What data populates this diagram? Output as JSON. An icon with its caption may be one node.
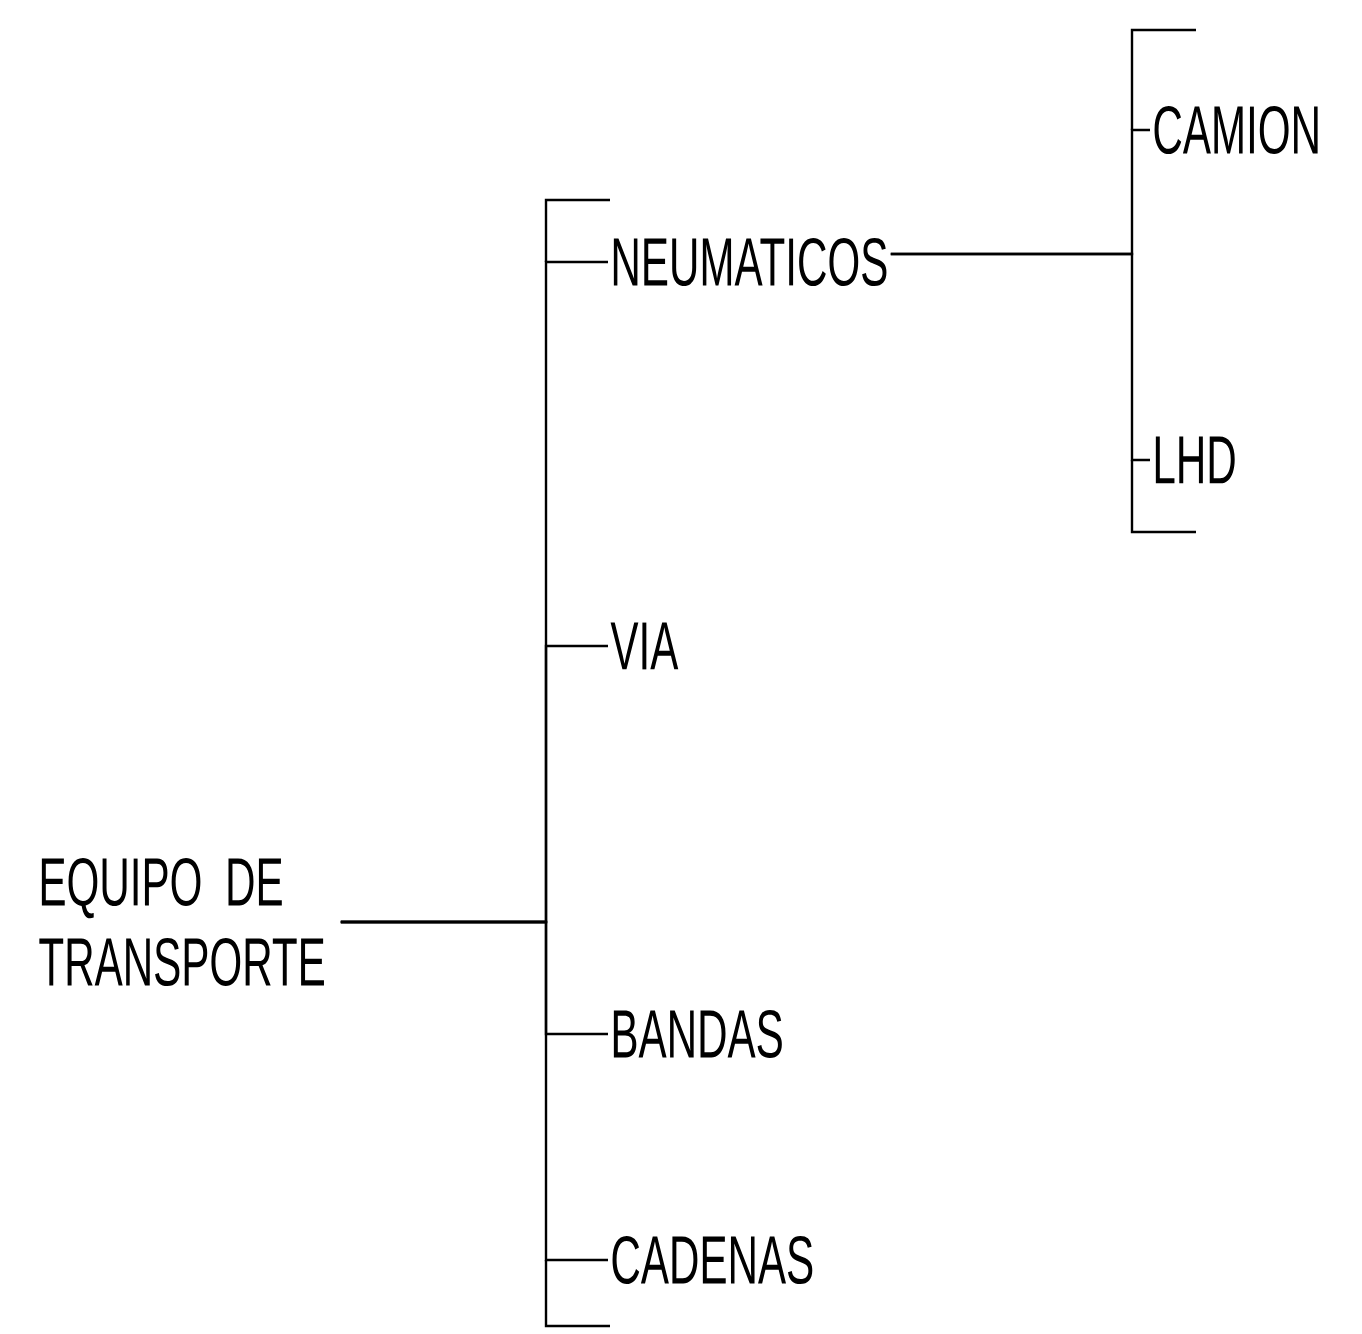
{
  "diagram": {
    "nodes": [
      {
        "text": [
          "EQUIPO DE TRANSPORTE"
        ]
      },
      {
        "text": [
          "NEUMATICOS"
        ]
      },
      {
        "text": [
          "VIA"
        ]
      },
      {
        "text": [
          "BANDAS"
        ]
      },
      {
        "text": [
          "CADENAS"
        ]
      },
      {
        "text": [
          "CAMION"
        ]
      },
      {
        "text": [
          "LHD"
        ]
      }
    ],
    "edges": [
      {
        "from": 0,
        "to": 1,
        "arrow": "none"
      },
      {
        "from": 0,
        "to": 2,
        "arrow": "none"
      },
      {
        "from": 0,
        "to": 3,
        "arrow": "none"
      },
      {
        "from": 0,
        "to": 4,
        "arrow": "none"
      },
      {
        "from": 1,
        "to": 5,
        "arrow": "none"
      },
      {
        "from": 1,
        "to": 6,
        "arrow": "none"
      }
    ]
  }
}
